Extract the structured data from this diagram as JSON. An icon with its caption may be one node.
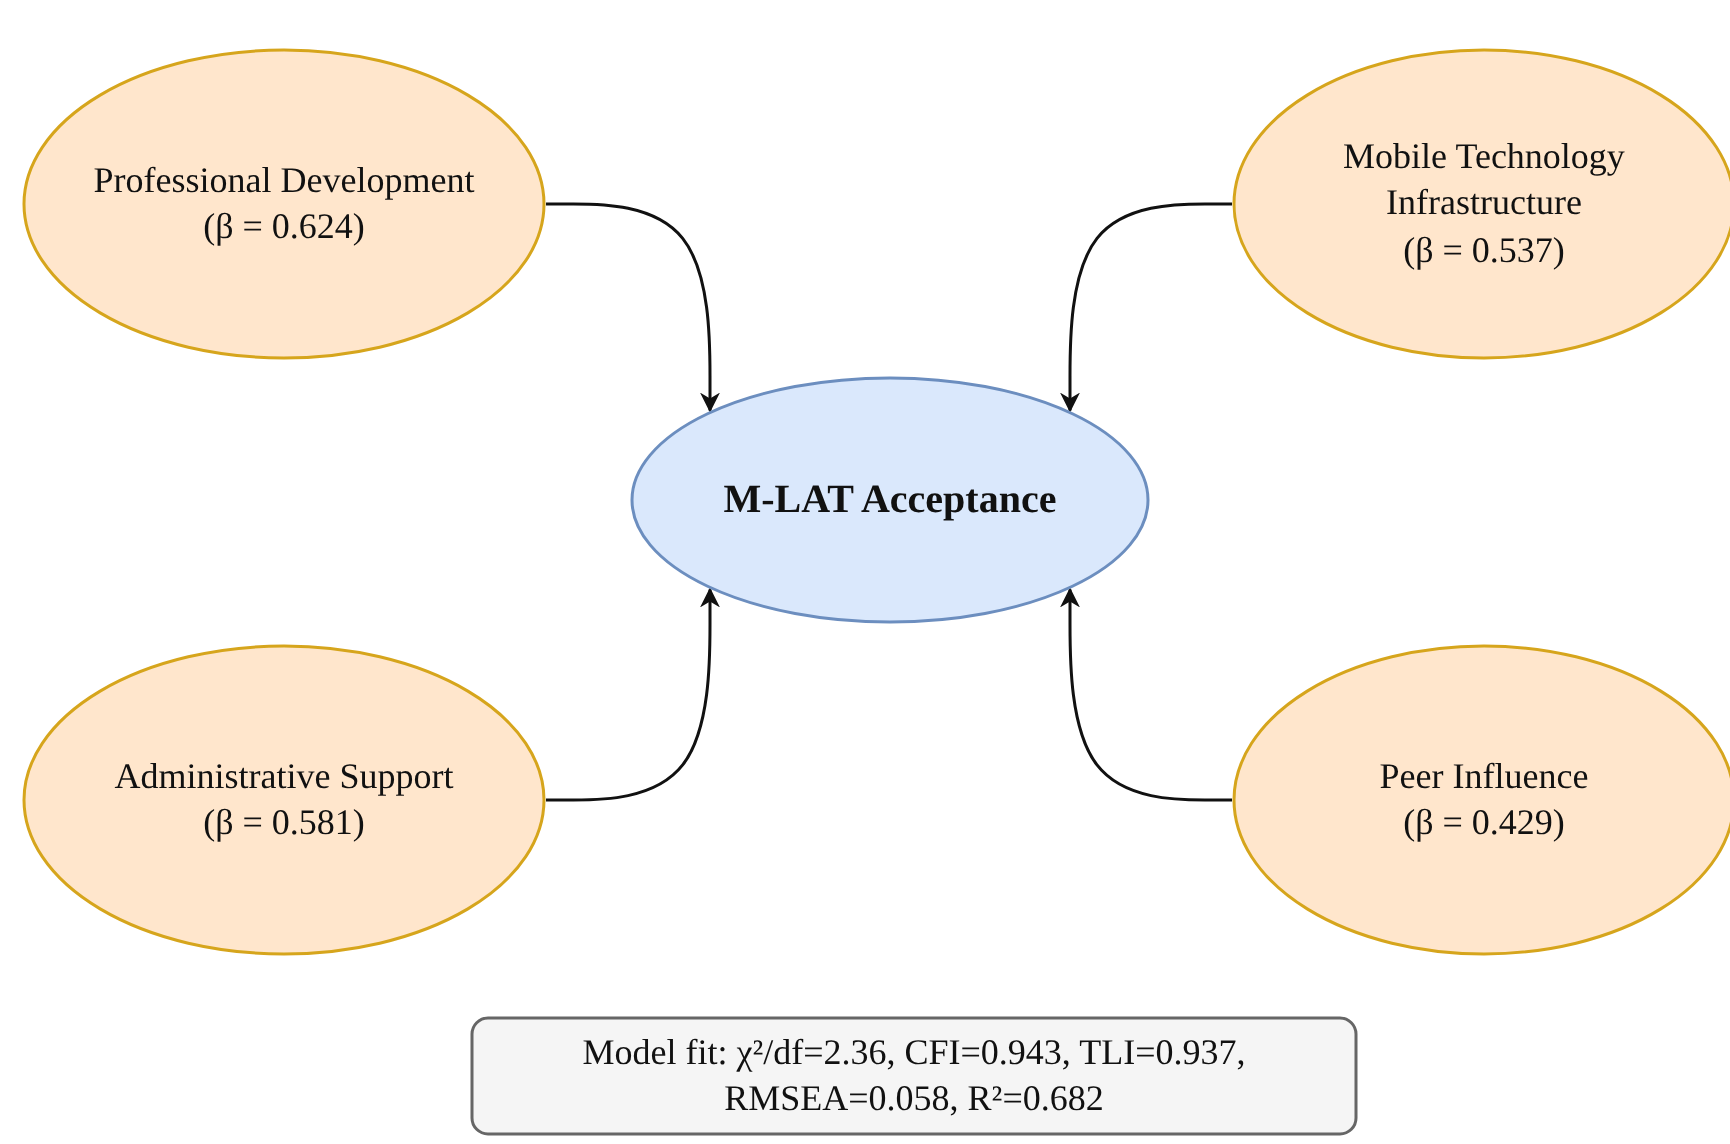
{
  "diagram": {
    "nodes": [
      {
        "text": [
          "Professional Development",
          "(β = 0.624)"
        ]
      },
      {
        "text": [
          "Mobile Technology Infrastructure",
          "(β = 0.537)"
        ]
      },
      {
        "text": [
          "M-LAT Acceptance"
        ]
      },
      {
        "text": [
          "Administrative Support",
          "(β = 0.581)"
        ]
      },
      {
        "text": [
          "Peer Influence",
          "(β = 0.429)"
        ]
      },
      {
        "text": [
          "Model fit: χ²/df=2.36, CFI=0.943, TLI=0.937, RMSEA=0.058, R²=0.682"
        ]
      }
    ],
    "edges": [
      {
        "from": 0,
        "to": 2,
        "arrow": "to"
      },
      {
        "from": 1,
        "to": 2,
        "arrow": "to"
      },
      {
        "from": 3,
        "to": 2,
        "arrow": "to"
      },
      {
        "from": 4,
        "to": 2,
        "arrow": "to"
      }
    ]
  }
}
